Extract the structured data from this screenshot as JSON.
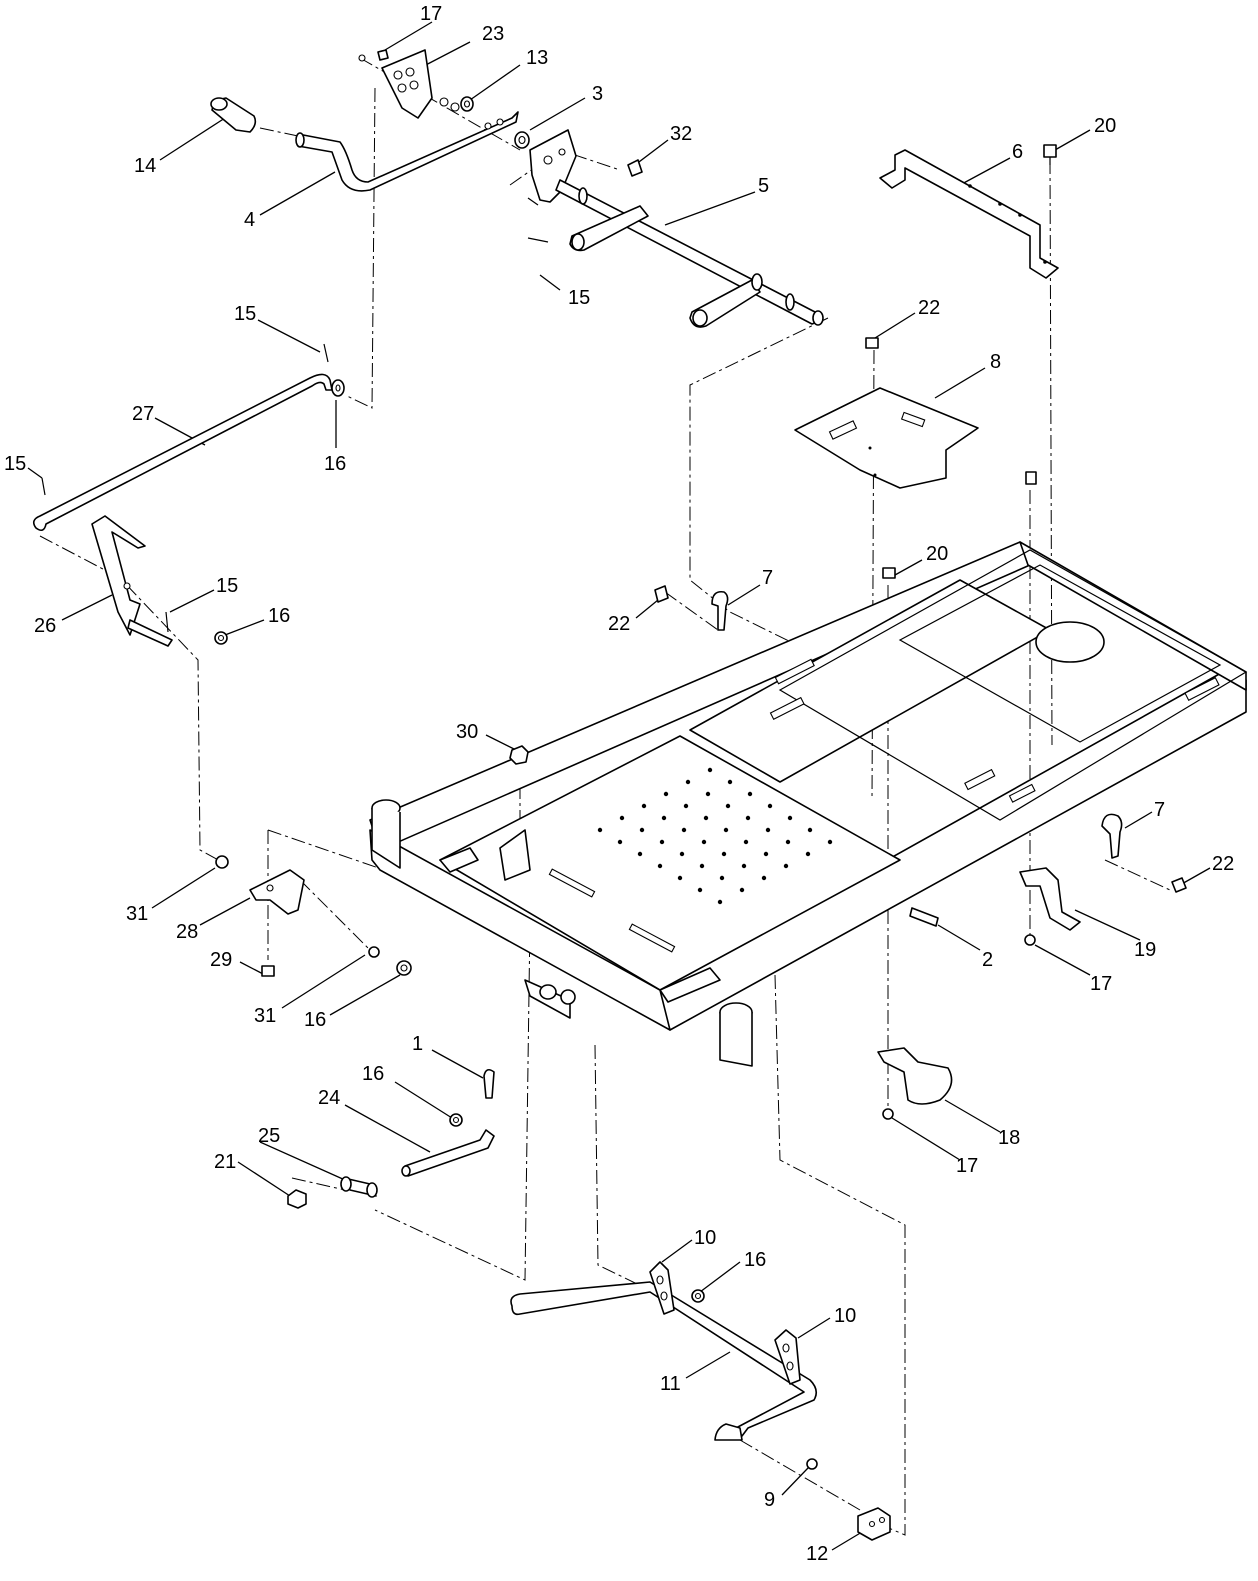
{
  "callouts": [
    {
      "text": "17"
    },
    {
      "text": "23"
    },
    {
      "text": "13"
    },
    {
      "text": "3"
    },
    {
      "text": "32"
    },
    {
      "text": "14"
    },
    {
      "text": "4"
    },
    {
      "text": "5"
    },
    {
      "text": "15"
    },
    {
      "text": "6"
    },
    {
      "text": "20"
    },
    {
      "text": "22"
    },
    {
      "text": "8"
    },
    {
      "text": "15"
    },
    {
      "text": "27"
    },
    {
      "text": "16"
    },
    {
      "text": "15"
    },
    {
      "text": "26"
    },
    {
      "text": "15"
    },
    {
      "text": "16"
    },
    {
      "text": "7"
    },
    {
      "text": "22"
    },
    {
      "text": "20"
    },
    {
      "text": "30"
    },
    {
      "text": "7"
    },
    {
      "text": "22"
    },
    {
      "text": "31"
    },
    {
      "text": "28"
    },
    {
      "text": "29"
    },
    {
      "text": "31"
    },
    {
      "text": "16"
    },
    {
      "text": "2"
    },
    {
      "text": "19"
    },
    {
      "text": "17"
    },
    {
      "text": "1"
    },
    {
      "text": "16"
    },
    {
      "text": "24"
    },
    {
      "text": "25"
    },
    {
      "text": "21"
    },
    {
      "text": "18"
    },
    {
      "text": "17"
    },
    {
      "text": "10"
    },
    {
      "text": "16"
    },
    {
      "text": "10"
    },
    {
      "text": "11"
    },
    {
      "text": "9"
    },
    {
      "text": "12"
    }
  ]
}
